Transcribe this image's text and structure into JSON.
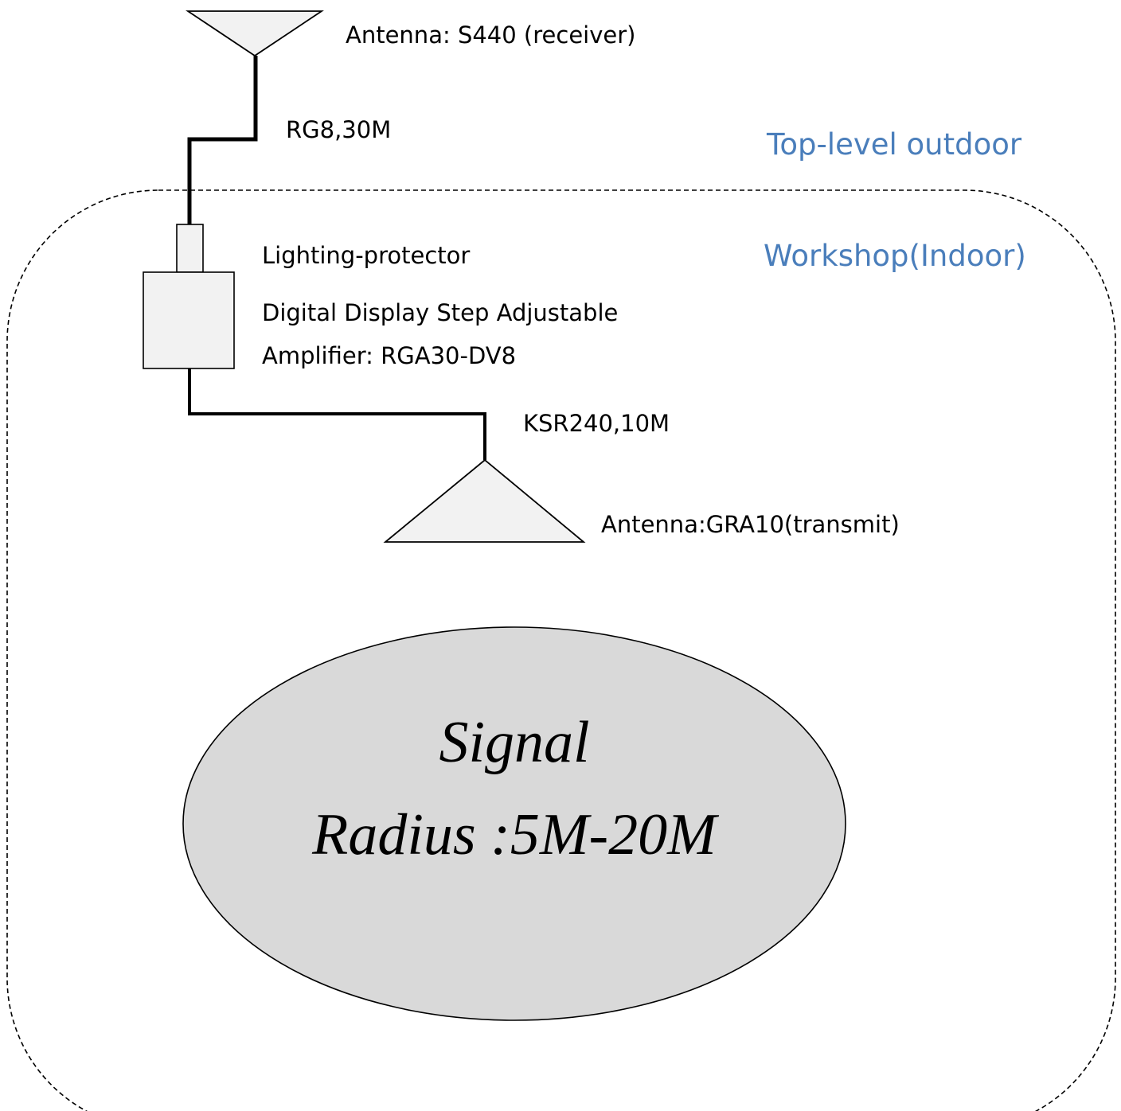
{
  "colors": {
    "zone_text": "#4a7ebb",
    "line": "#000000",
    "component_fill": "#f2f2f2",
    "ellipse_fill": "#d9d9d9"
  },
  "zones": {
    "outdoor": "Top-level outdoor",
    "indoor": "Workshop(Indoor)"
  },
  "components": {
    "receiver_antenna": "Antenna: S440 (receiver)",
    "cable_top": "RG8,30M",
    "lightning_protector": "Lighting-protector",
    "amplifier_line1": "Digital Display Step Adjustable",
    "amplifier_line2": "Amplifier: RGA30-DV8",
    "cable_bottom": "KSR240,10M",
    "transmit_antenna": "Antenna:GRA10(transmit)"
  },
  "signal": {
    "line1": "Signal",
    "line2": "Radius :5M-20M"
  }
}
